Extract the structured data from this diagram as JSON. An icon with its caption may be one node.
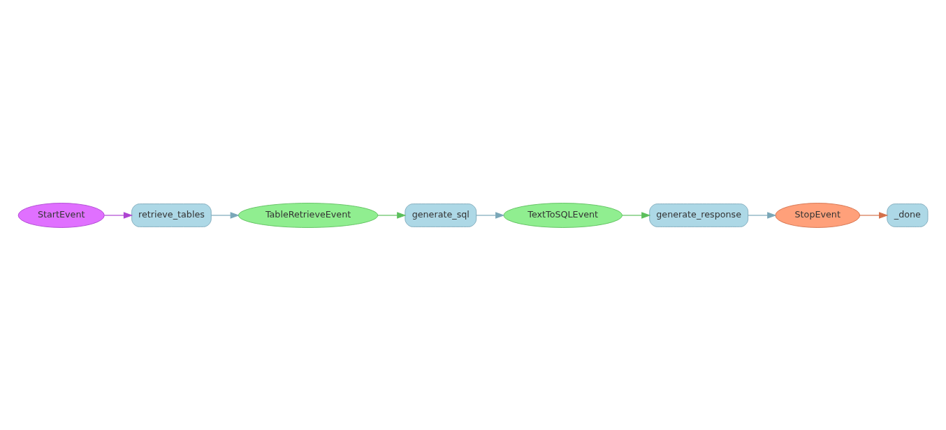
{
  "diagram": {
    "nodes": [
      {
        "text": [
          "retrieve_tables"
        ]
      },
      {
        "text": [
          "StartEvent"
        ]
      },
      {
        "text": [
          "TableRetrieveEvent"
        ]
      },
      {
        "text": [
          "TextToSQLEvent"
        ]
      },
      {
        "text": [
          "generate_sql"
        ]
      },
      {
        "text": [
          "generate_response"
        ]
      },
      {
        "text": [
          "StopEvent"
        ]
      },
      {
        "text": [
          "_done"
        ]
      }
    ],
    "edges": [
      {
        "from": 1,
        "to": 0,
        "arrow": "to",
        "color": "#ad44d1"
      },
      {
        "from": 0,
        "to": 2,
        "arrow": "to"
      },
      {
        "from": 2,
        "to": 4,
        "arrow": "to",
        "color": "#5cbf5c"
      },
      {
        "from": 4,
        "to": 3,
        "arrow": "to"
      },
      {
        "from": 3,
        "to": 5,
        "arrow": "to",
        "color": "#5cbf5c"
      },
      {
        "from": 5,
        "to": 6,
        "arrow": "to"
      },
      {
        "from": 6,
        "to": 7,
        "arrow": "to",
        "color": "#d4704a"
      }
    ]
  }
}
